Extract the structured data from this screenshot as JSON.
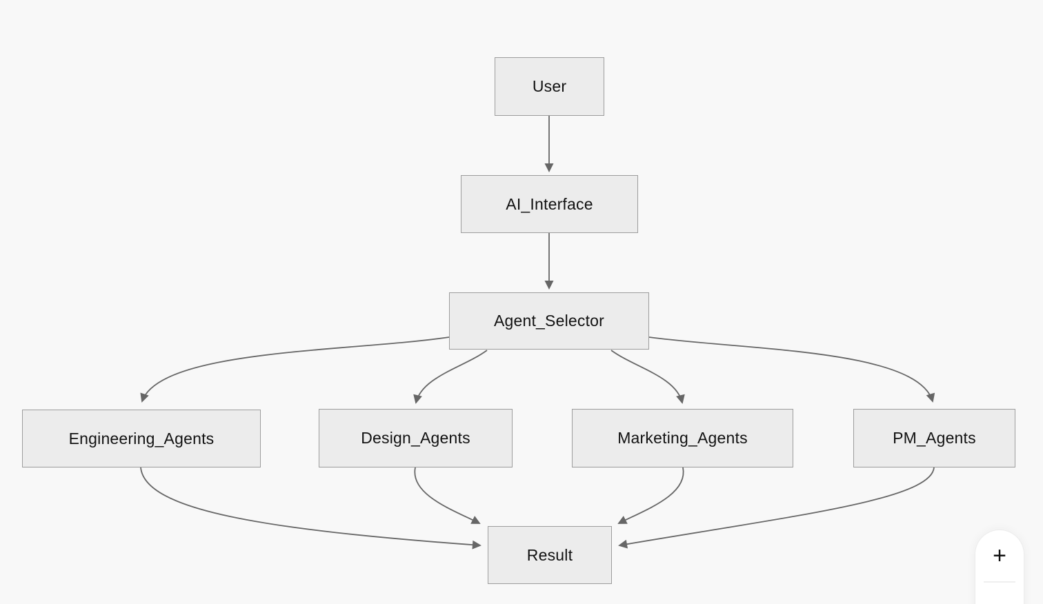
{
  "diagram": {
    "nodes": {
      "user": {
        "label": "User"
      },
      "ai_interface": {
        "label": "AI_Interface"
      },
      "agent_selector": {
        "label": "Agent_Selector"
      },
      "engineering_agents": {
        "label": "Engineering_Agents"
      },
      "design_agents": {
        "label": "Design_Agents"
      },
      "marketing_agents": {
        "label": "Marketing_Agents"
      },
      "pm_agents": {
        "label": "PM_Agents"
      },
      "result": {
        "label": "Result"
      }
    },
    "edges": [
      {
        "from": "User",
        "to": "AI_Interface"
      },
      {
        "from": "AI_Interface",
        "to": "Agent_Selector"
      },
      {
        "from": "Agent_Selector",
        "to": "Engineering_Agents"
      },
      {
        "from": "Agent_Selector",
        "to": "Design_Agents"
      },
      {
        "from": "Agent_Selector",
        "to": "Marketing_Agents"
      },
      {
        "from": "Agent_Selector",
        "to": "PM_Agents"
      },
      {
        "from": "Engineering_Agents",
        "to": "Result"
      },
      {
        "from": "Design_Agents",
        "to": "Result"
      },
      {
        "from": "Marketing_Agents",
        "to": "Result"
      },
      {
        "from": "PM_Agents",
        "to": "Result"
      }
    ]
  },
  "zoom_controls": {
    "zoom_in_label": "+"
  },
  "theme": {
    "bg": "#f8f8f8",
    "node_fill": "#ececec",
    "node_border": "#9c9c9c",
    "edge_color": "#666666",
    "text_color": "#111111"
  }
}
